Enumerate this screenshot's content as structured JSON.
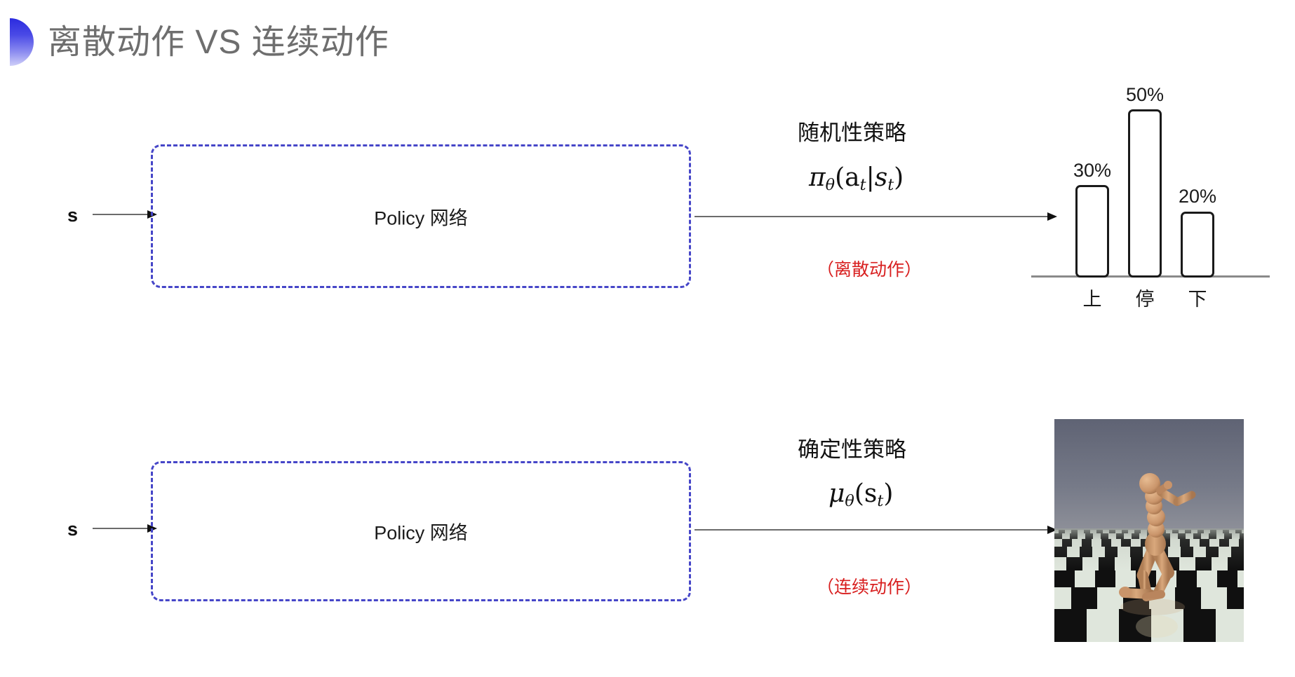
{
  "slide": {
    "title": "离散动作 VS 连续动作",
    "bullet_icon": "half-circle-bullet",
    "accent_color": "#2b2bdf",
    "title_color": "#6e6e6e"
  },
  "rows": [
    {
      "id": "discrete",
      "input_label": "s",
      "box_label": "Policy 网络",
      "policy_type": "随机性策略",
      "formula_main": "π",
      "formula_sub": "θ",
      "formula_args": "(a",
      "formula_arg_sub": "t",
      "formula_pipe": "|s",
      "formula_arg_sub2": "t",
      "formula_close": ")",
      "note": "（离散动作）",
      "note_color": "#d81f1f",
      "output_kind": "bar-chart"
    },
    {
      "id": "continuous",
      "input_label": "s",
      "box_label": "Policy 网络",
      "policy_type": "确定性策略",
      "formula_main": "μ",
      "formula_sub": "θ",
      "formula_args": "(s",
      "formula_arg_sub": "t",
      "formula_close": ")",
      "note": "（连续动作）",
      "note_color": "#d81f1f",
      "output_kind": "humanoid-image"
    }
  ],
  "chart_data": {
    "type": "bar",
    "title": "",
    "categories": [
      "上",
      "停",
      "下"
    ],
    "values": [
      30,
      50,
      20
    ],
    "value_labels": [
      "30%",
      "50%",
      "20%"
    ],
    "xlabel": "",
    "ylabel": "",
    "ylim": [
      0,
      60
    ],
    "grid": false,
    "legend": false,
    "bar_fill": "#ffffff",
    "bar_stroke": "#1a1a1a",
    "axis_color": "#8a8a8a"
  },
  "humanoid": {
    "caption": "",
    "sky_color": "#6c7080",
    "floor_light": "#e8efe4",
    "floor_dark": "#0d0d0d",
    "body_color": "#cd9a6f",
    "alt": "MuJoCo humanoid on checkerboard floor"
  }
}
